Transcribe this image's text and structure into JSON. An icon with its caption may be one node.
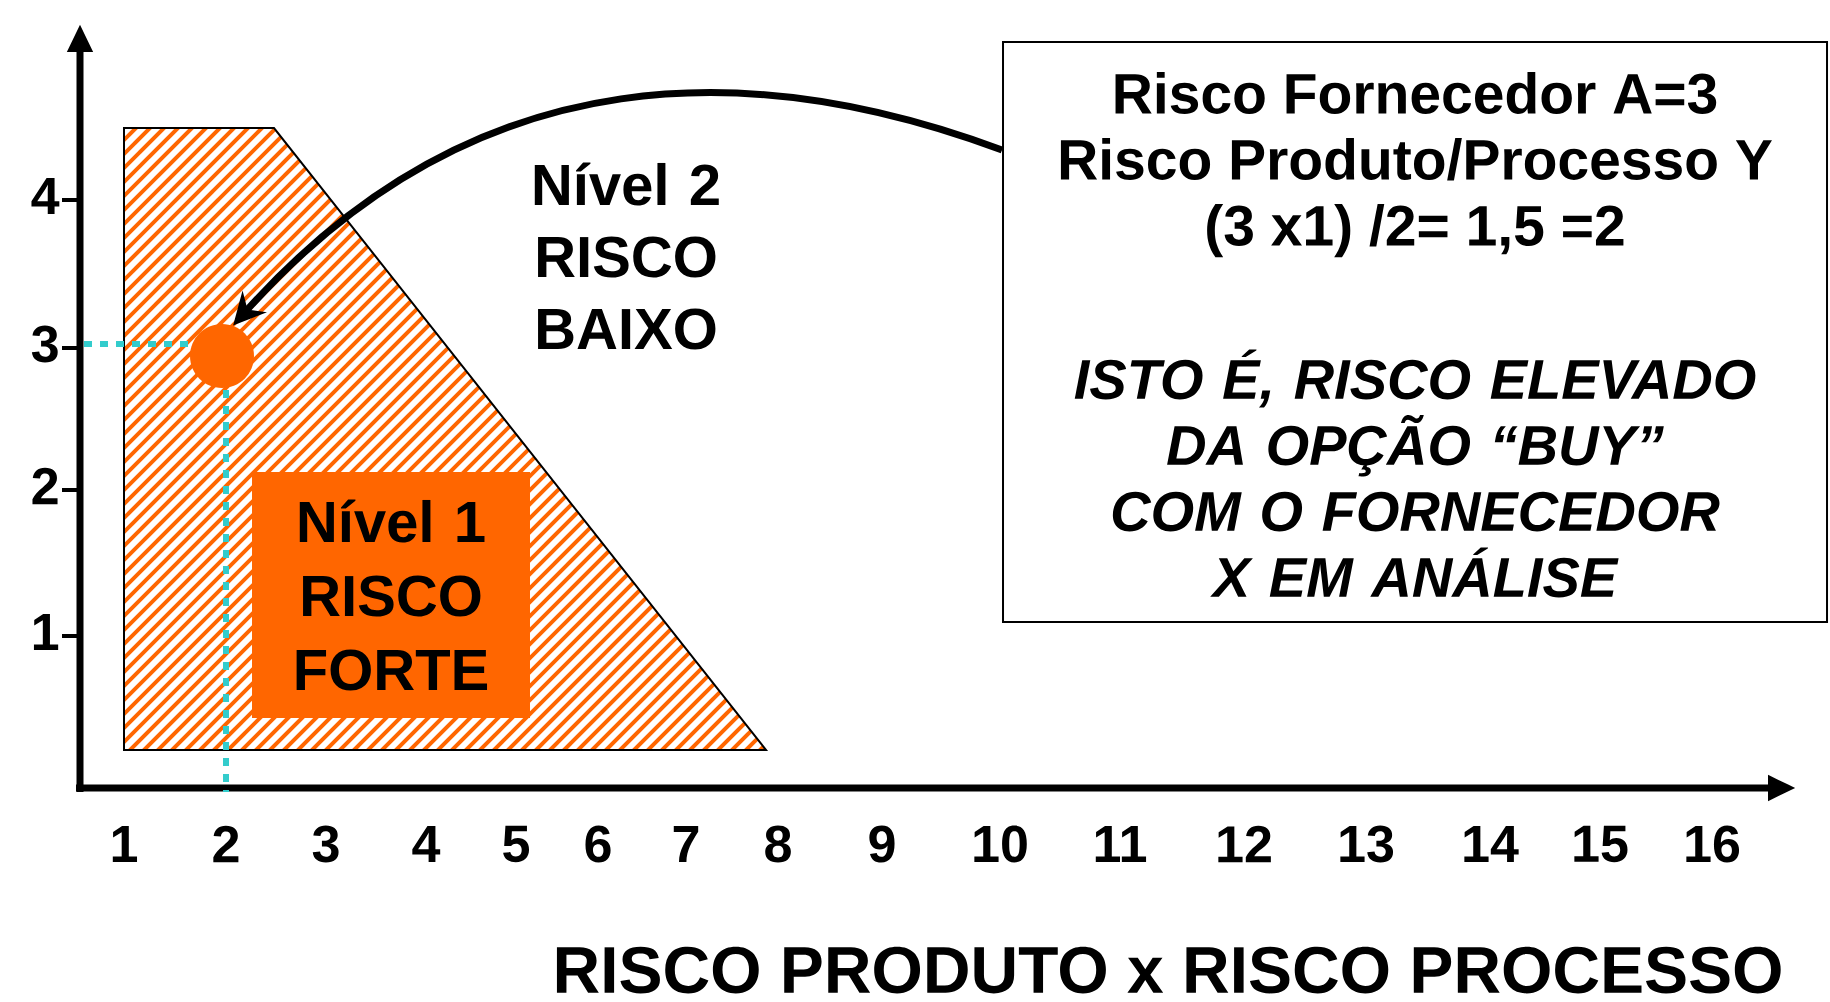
{
  "diagram": {
    "nodes": [
      {
        "text": [],
        "shape": "trapezoid"
      },
      {
        "text": [
          "Nível 1 RISCO FORTE"
        ],
        "in": 0
      },
      {
        "text": [],
        "shape": "circle",
        "in": 0
      },
      {
        "text": [
          "Risco Fornecedor A=3",
          "Risco Produto/Processo Y",
          "(3 x1) /2= 1,5 =2",
          "ISTO É, RISCO ELEVADO DA OPÇÃO “BUY” COM O FORNECEDOR X EM ANÁLISE"
        ]
      }
    ],
    "edges": [
      {
        "from": 3,
        "to": 2,
        "arrow": "to"
      }
    ],
    "labels": [
      "Nível 2 RISCO BAIXO",
      "4",
      "3",
      "2",
      "1",
      "1",
      "2",
      "3",
      "4",
      "5",
      "6",
      "7",
      "8",
      "9",
      "10",
      "11",
      "12",
      "13",
      "14",
      "15",
      "16",
      "RISCO  PRODUTO x RISCO PROCESSO"
    ]
  }
}
